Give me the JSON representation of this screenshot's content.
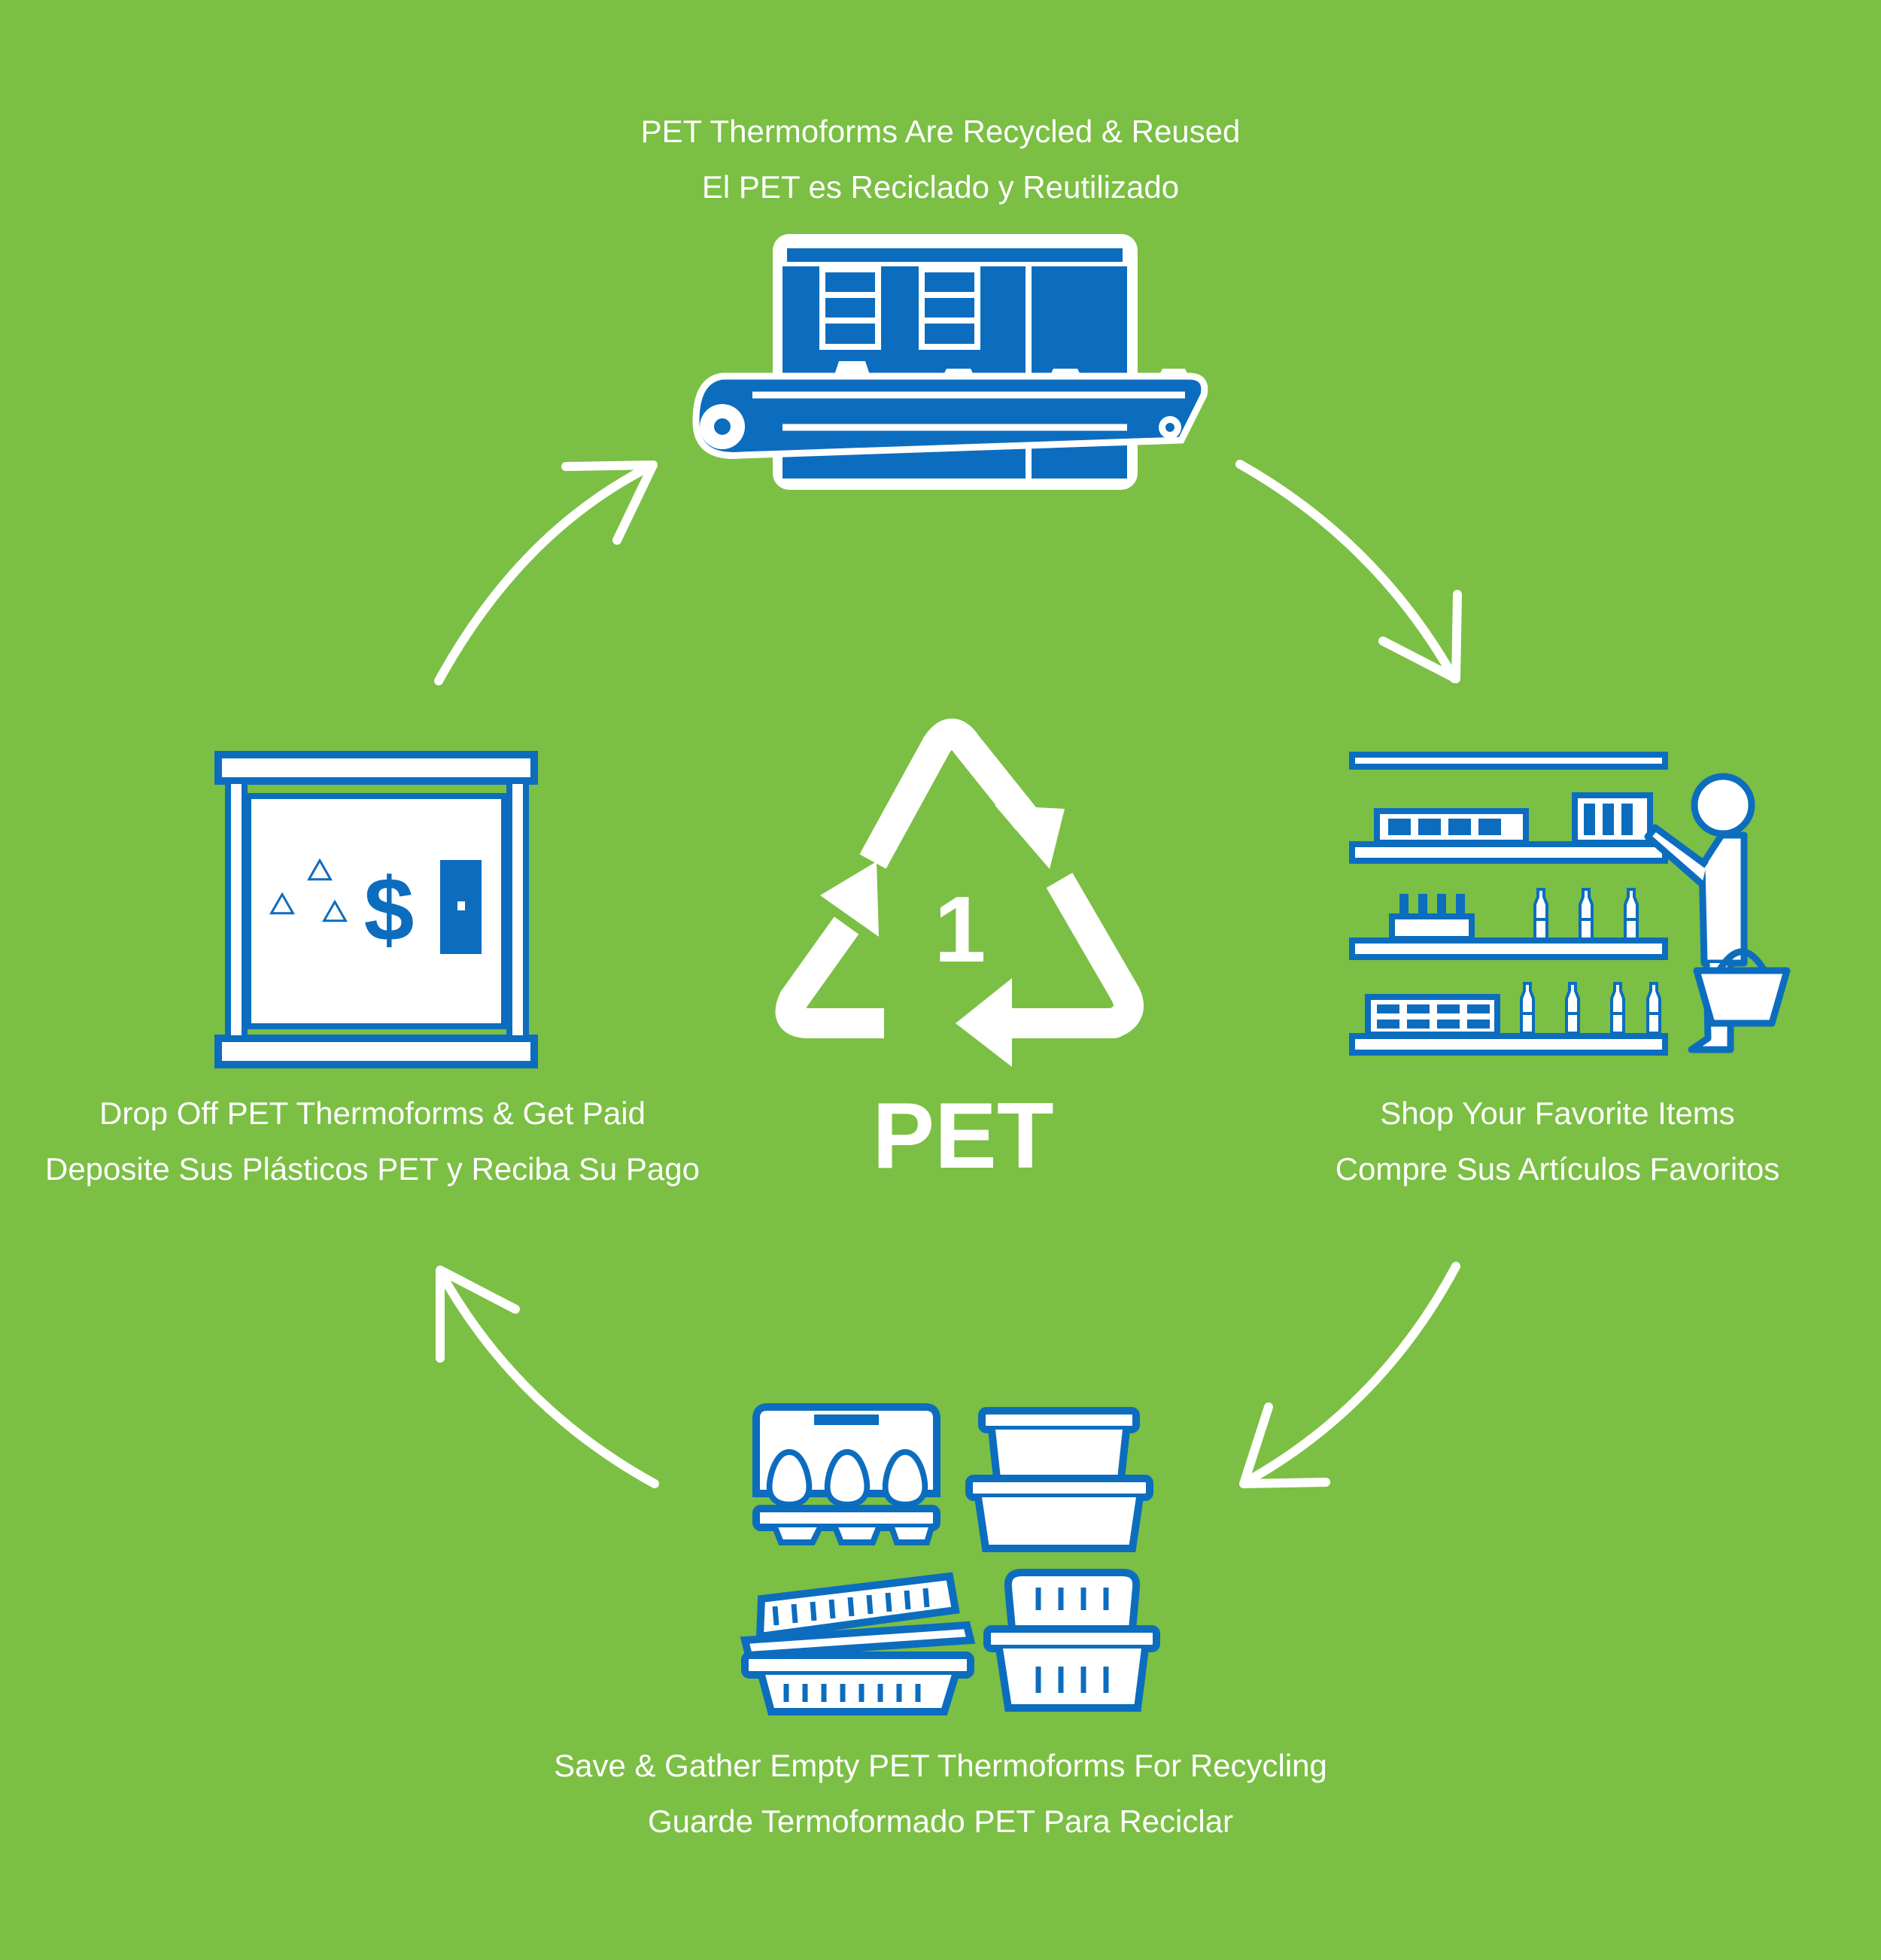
{
  "colors": {
    "background": "#7bbf44",
    "icon_blue": "#0c6dbf",
    "foreground": "#ffffff"
  },
  "center": {
    "resin_code": "1",
    "label": "PET",
    "icon": "recycle-triangle-icon"
  },
  "steps": [
    {
      "icon": "thermoforming-machine-icon",
      "line_en": "PET Thermoforms Are Recycled & Reused",
      "line_es": "El PET es Reciclado y Reutilizado"
    },
    {
      "icon": "store-shelf-shopper-icon",
      "line_en": "Shop Your Favorite Items",
      "line_es": "Compre Sus Artículos Favoritos"
    },
    {
      "icon": "pet-containers-icon",
      "line_en": "Save & Gather Empty PET Thermoforms For Recycling",
      "line_es": "Guarde Termoformado PET Para Reciclar"
    },
    {
      "icon": "recycling-kiosk-icon",
      "line_en": "Drop Off PET Thermoforms & Get Paid",
      "line_es": "Deposite Sus Plásticos PET y Reciba Su Pago",
      "kiosk_symbol": "$"
    }
  ]
}
